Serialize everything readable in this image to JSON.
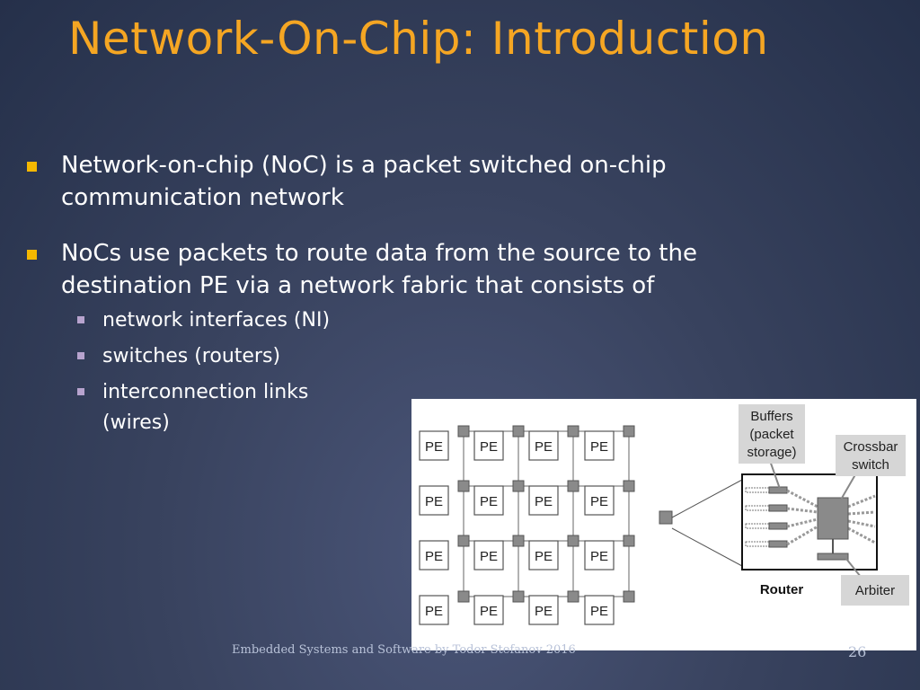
{
  "slide": {
    "title": "Network-On-Chip: Introduction",
    "bullets": [
      {
        "text": "Network-on-chip (NoC) is a packet switched on-chip communication network"
      },
      {
        "text": "NoCs use packets to route data from the source to the destination PE via a network fabric that consists of"
      }
    ],
    "sub_bullets": [
      {
        "text": "network interfaces (NI)"
      },
      {
        "text": "switches (routers)"
      },
      {
        "text": "interconnection links (wires)"
      }
    ],
    "footer": "Embedded Systems and Software by Todor Stefanov 2016",
    "page_number": "26"
  },
  "diagram": {
    "pe_label": "PE",
    "buffers_label": [
      "Buffers",
      "(packet",
      "storage)"
    ],
    "crossbar_label": [
      "Crossbar",
      "switch"
    ],
    "router_label": "Router",
    "arbiter_label": "Arbiter"
  },
  "colors": {
    "title": "#f5a623",
    "bullet_marker": "#f5b800",
    "sub_bullet_marker": "#b7a3ce",
    "router_gray": "#8a8a8a"
  }
}
